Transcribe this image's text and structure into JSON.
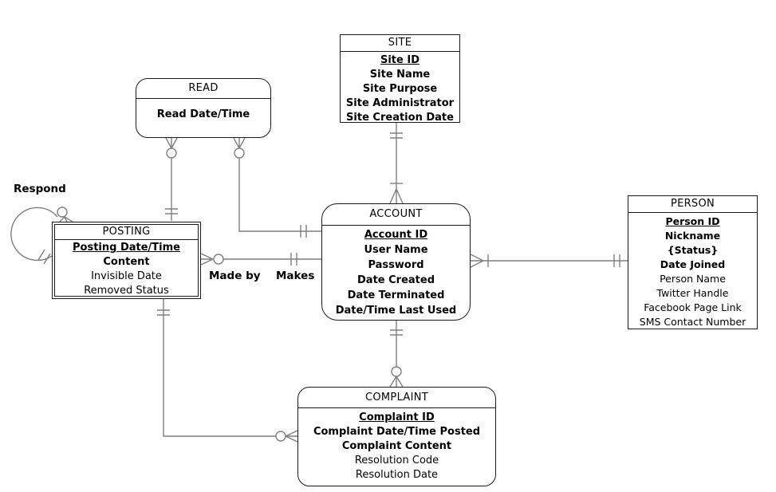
{
  "diagram": {
    "type": "entity-relationship-diagram",
    "colors": {
      "background": "#ffffff",
      "entity_border": "#1a1a1a",
      "connector_line": "#7f7f7f",
      "text": "#000000"
    },
    "labels": {
      "respond": "Respond",
      "made_by": "Made by",
      "makes": "Makes"
    }
  },
  "entities": {
    "site": {
      "title": "SITE",
      "attrs": [
        "Site ID",
        "Site Name",
        "Site Purpose",
        "Site Administrator",
        "Site Creation Date"
      ]
    },
    "read": {
      "title": "READ",
      "attrs": [
        "Read Date/Time"
      ]
    },
    "posting": {
      "title": "POSTING",
      "attrs": [
        "Posting Date/Time",
        "Content",
        "Invisible Date",
        "Removed Status"
      ]
    },
    "account": {
      "title": "ACCOUNT",
      "attrs": [
        "Account ID",
        "User Name",
        "Password",
        "Date Created",
        "Date Terminated",
        "Date/Time Last Used"
      ]
    },
    "person": {
      "title": "PERSON",
      "attrs": [
        "Person ID",
        "Nickname",
        "{Status}",
        "Date Joined",
        "Person Name",
        "Twitter Handle",
        "Facebook Page Link",
        "SMS Contact Number"
      ]
    },
    "complaint": {
      "title": "COMPLAINT",
      "attrs": [
        "Complaint ID",
        "Complaint Date/Time Posted",
        "Complaint Content",
        "Resolution Code",
        "Resolution Date"
      ]
    }
  },
  "relationships": [
    {
      "name": "respond",
      "from": "POSTING",
      "to": "POSTING",
      "label": "Respond",
      "from_cardinality": "zero-or-many",
      "to_cardinality": "exactly-one"
    },
    {
      "name": "read-posting",
      "from": "READ",
      "to": "POSTING",
      "from_cardinality": "zero-or-many",
      "to_cardinality": "exactly-one"
    },
    {
      "name": "read-account",
      "from": "READ",
      "to": "ACCOUNT",
      "from_cardinality": "zero-or-many",
      "to_cardinality": "exactly-one"
    },
    {
      "name": "site-account",
      "from": "SITE",
      "to": "ACCOUNT",
      "from_cardinality": "exactly-one",
      "to_cardinality": "one-or-many"
    },
    {
      "name": "makes",
      "from": "ACCOUNT",
      "to": "POSTING",
      "label_near_posting": "Made by",
      "label_near_account": "Makes",
      "from_cardinality": "exactly-one",
      "to_cardinality": "zero-or-many"
    },
    {
      "name": "account-person",
      "from": "ACCOUNT",
      "to": "PERSON",
      "from_cardinality": "one-or-many",
      "to_cardinality": "exactly-one"
    },
    {
      "name": "account-complaint",
      "from": "ACCOUNT",
      "to": "COMPLAINT",
      "from_cardinality": "exactly-one",
      "to_cardinality": "zero-or-many"
    },
    {
      "name": "posting-complaint",
      "from": "POSTING",
      "to": "COMPLAINT",
      "from_cardinality": "exactly-one",
      "to_cardinality": "zero-or-many"
    }
  ]
}
